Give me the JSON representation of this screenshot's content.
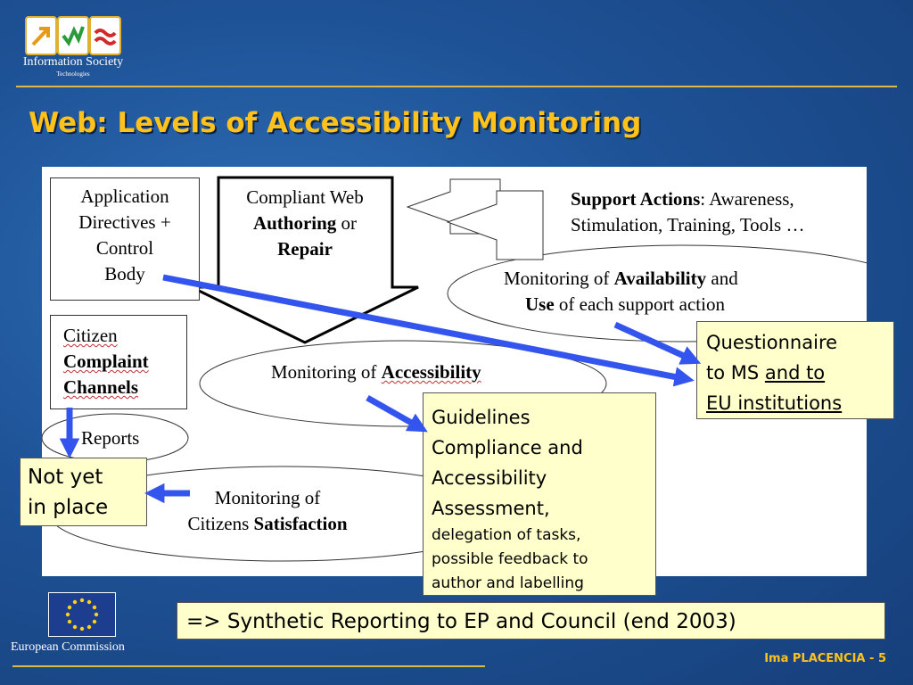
{
  "header": {
    "logo_text": "Information Society",
    "logo_subtext": "Technologies",
    "title": "Web: Levels of Accessibility Monitoring"
  },
  "diagram": {
    "app_box": [
      "Application",
      "Directives +",
      "Control",
      "Body"
    ],
    "authoring": {
      "line1": "Compliant Web",
      "authoring": "Authoring",
      "or": " or",
      "repair": "Repair"
    },
    "support": {
      "bold": "Support Actions",
      "rest1": ": Awareness,",
      "line2": "Stimulation, Training, Tools …"
    },
    "availability": {
      "pre": "Monitoring of ",
      "bold": "Availability",
      "post": " and",
      "use": "Use",
      "line2": " of each support action"
    },
    "citizen": {
      "line1": "Citizen",
      "line2": "Complaint",
      "line3": "Channels"
    },
    "accessibility": {
      "pre": "Monitoring of ",
      "bold": "Accessibility"
    },
    "reports": "Reports",
    "satisfaction": {
      "line1": "Monitoring of",
      "line2": "Citizens ",
      "bold": "Satisfaction"
    }
  },
  "callouts": {
    "questionnaire": {
      "line1": "Questionnaire",
      "line2a": "to MS ",
      "line2b": "and to",
      "line3": "EU institutions"
    },
    "guidelines": {
      "l1": "Guidelines",
      "l2": "Compliance and",
      "l3": "Accessibility",
      "l4": "Assessment,",
      "l5": "delegation of tasks,",
      "l6": "possible feedback to",
      "l7": "author and labelling"
    },
    "not_yet": {
      "l1": "Not yet",
      "l2": "in place"
    },
    "synthetic": "=> Synthetic Reporting to EP and Council (end 2003)"
  },
  "footer": {
    "org": "European Commission",
    "author": "Ima PLACENCIA  - 5"
  },
  "colors": {
    "title": "#ffc21a",
    "arrow": "#3355ee",
    "callout_bg": "#ffffcc",
    "rule": "#e0b84a"
  }
}
